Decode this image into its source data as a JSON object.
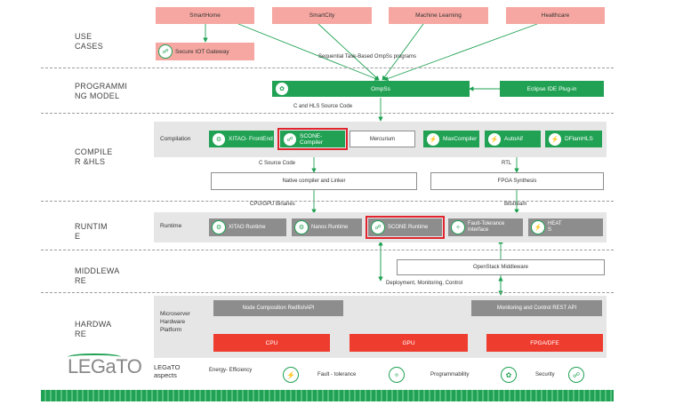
{
  "layers": {
    "use_cases": "USE\nCASES",
    "programming_model": "PROGRAMMI\nNG MODEL",
    "compiler_hls": "COMPILE\nR  &HLS",
    "runtime": "RUNTIM\nE",
    "middleware": "MIDDLEWA\nRE",
    "hardware": "HARDWA\nRE"
  },
  "use_cases": {
    "items": [
      "SmartHome",
      "SmartCity",
      "Machine Learning",
      "Healthcare"
    ],
    "gateway": "Secure IOT Gateway",
    "note": "Sequential Task-Based OmpSs programs"
  },
  "programming": {
    "ompss": "OmpSs",
    "eclipse": "Eclipse IDE Plug-in",
    "note": "C and HLS Source Code"
  },
  "compilation": {
    "title": "Compilation",
    "xitao_frontend": "XITAO- FrontEnd",
    "scone_compiler": "SCONE-Compiler",
    "mercurium": "Mercurium",
    "maxcompiler": "MaxCompiler",
    "autoaif": "AutoAif",
    "dflamh": "DFlamHLS",
    "c_source": "C Source Code",
    "rtl": "RTL",
    "native": "Native compiler and Linker",
    "fpga_synth": "FPGA Synthesis",
    "cpu_gpu_bin": "CPU/GPU Binaries",
    "bitstream": "Bitstream"
  },
  "runtime": {
    "title": "Runtime",
    "xitao": "XITAO Runtime",
    "nanos": "Nanos Runtime",
    "scone": "SCONE Runtime",
    "fault": "Fault-Tolerance\nInterface",
    "heat": "HEAT\nS"
  },
  "middleware": {
    "openstack": "OpenStack Middleware",
    "note": "Deployment, Monitoring, Control"
  },
  "hardware": {
    "title": "Microserver\nHardware\nPlatform",
    "redfish": "Node Composition RedfishAPI",
    "monitoring": "Monitoring and Control REST API",
    "cpu": "CPU",
    "gpu": "GPU",
    "fpga": "FPGA/DFE"
  },
  "aspects": {
    "logo": "LEGaTO",
    "title": "LEGaTO\naspects",
    "items": [
      "Energy- Efficiency",
      "Fault - tolerance",
      "Programmability",
      "Security"
    ]
  },
  "colors": {
    "green": "#20a153",
    "pink": "#f6a7a1",
    "red": "#ee3d2f",
    "gray": "#8d8d8d",
    "highlight": "#e0252e"
  },
  "icons": [
    "chip-icon",
    "brain-icon",
    "gear-icon",
    "lock-icon",
    "bolt-icon",
    "wrench-icon"
  ]
}
